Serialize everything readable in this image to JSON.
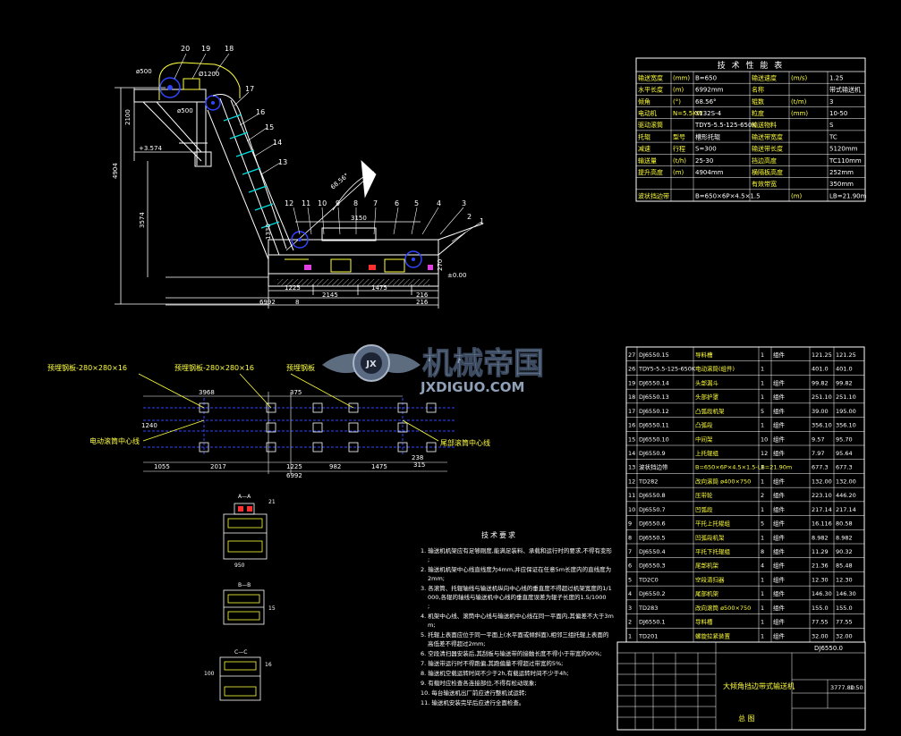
{
  "main_view": {
    "balloons": [
      "20",
      "19",
      "18",
      "17",
      "16",
      "15",
      "14",
      "13",
      "12",
      "11",
      "10",
      "9",
      "8",
      "7",
      "6",
      "5",
      "4",
      "3",
      "2",
      "1"
    ],
    "dims": {
      "d500_top": "ø500",
      "d1200": "Ø1200",
      "d500_side": "ø500",
      "h2100": "2100",
      "h4904": "4904",
      "h3574": "3574",
      "elev_3574": "+3.574",
      "elev_000": "±0.00",
      "h270": "270",
      "h1330": "1330",
      "w3150": "3150",
      "w1225": "1225",
      "w1475": "1475",
      "w2145": "2145",
      "w6992": "6992",
      "w8_bottom": "8",
      "angle": "68.56°",
      "w216": "216",
      "w216b": "216"
    }
  },
  "plan_view": {
    "labels": {
      "plate_left": "预埋钢板-280×280×16",
      "plate_mid": "预埋钢板-280×280×16",
      "plate_right": "预埋钢板",
      "motor_center": "电动滚筒中心线",
      "tail_center": "尾部滚筒中心线"
    },
    "dims": {
      "d3968": "3968",
      "d375": "375",
      "d1240": "1240",
      "d1055": "1055",
      "d2017": "2017",
      "d1225": "1225",
      "d982": "982",
      "d1475": "1475",
      "d238": "238",
      "d6992": "6992",
      "d315": "315"
    }
  },
  "sections": {
    "aa_label": "A—A",
    "bb_label": "B—B",
    "cc_label": "C—C",
    "aa_balloon": "21",
    "bb_balloon": "15",
    "cc_balloon": "16",
    "aa_width": "950",
    "bb_dim": "100"
  },
  "watermark": {
    "cn": "机械帝国",
    "en": "JXDIGUO.COM",
    "badge": "JX"
  },
  "tech_table": {
    "title": "技 术 性 能 表",
    "rows": [
      [
        "输送宽度",
        "(mm)",
        "B=650",
        "输送速度",
        "(m/s)",
        "1.25"
      ],
      [
        "水平长度",
        "(m)",
        "6992mm",
        "名称",
        "",
        "带式输送机"
      ],
      [
        "倾角",
        "(°)",
        "68.56°",
        "辊数",
        "(t/m)",
        "3"
      ],
      [
        "电动机",
        "N=5.5KW",
        "Y132S-4",
        "粒度",
        "(mm)",
        "10-50"
      ],
      [
        "驱动滚筒",
        "",
        "TDY5-5.5-125-650K",
        "输送物料",
        "",
        "S"
      ],
      [
        "托辊",
        "型号",
        "槽形托辊",
        "输送带宽度",
        "",
        "TC"
      ],
      [
        "减速",
        "行程",
        "S=300",
        "输送带长度",
        "",
        "5120mm"
      ],
      [
        "输送量",
        "(t/h)",
        "25-30",
        "挡边高度",
        "",
        "TC110mm"
      ],
      [
        "提升高度",
        "(m)",
        "4904mm",
        "横隔板高度",
        "",
        "252mm"
      ],
      [
        "",
        "",
        "",
        "有效带宽",
        "",
        "350mm"
      ],
      [
        "波状挡边带",
        "",
        "B=650×6P×4.5×1.5",
        "",
        "(m)",
        "LB=21.90m"
      ]
    ]
  },
  "bom": {
    "rows": [
      [
        "27",
        "DJ6550.15",
        "导料槽",
        "1",
        "组件",
        "121.25",
        "121.25"
      ],
      [
        "26",
        "TDY5-5.5-125-650K",
        "电动滚筒(组件)",
        "1",
        "",
        "401.0",
        "401.0"
      ],
      [
        "19",
        "DJ6550.14",
        "头部漏斗",
        "1",
        "组件",
        "99.82",
        "99.82"
      ],
      [
        "18",
        "DJ6550.13",
        "头部护罩",
        "1",
        "组件",
        "251.10",
        "251.10"
      ],
      [
        "17",
        "DJ6550.12",
        "凸弧段机架",
        "5",
        "组件",
        "39.00",
        "195.00"
      ],
      [
        "16",
        "DJ6550.11",
        "凸弧段",
        "1",
        "组件",
        "356.10",
        "356.10"
      ],
      [
        "15",
        "DJ6550.10",
        "中间架",
        "10",
        "组件",
        "9.57",
        "95.70"
      ],
      [
        "14",
        "DJ6550.9",
        "上托辊组",
        "12",
        "组件",
        "7.97",
        "95.64"
      ],
      [
        "13",
        "波状挡边带",
        "B=650×6P×4.5×1.5-LB=21.90m",
        "1",
        "",
        "677.3",
        "677.3"
      ],
      [
        "12",
        "TD282",
        "改向滚筒 ø400×750",
        "1",
        "组件",
        "132.00",
        "132.00"
      ],
      [
        "11",
        "DJ6550.8",
        "压带轮",
        "2",
        "组件",
        "223.10",
        "446.20"
      ],
      [
        "10",
        "DJ6550.7",
        "凹弧段",
        "1",
        "组件",
        "217.14",
        "217.14"
      ],
      [
        "9",
        "DJ6550.6",
        "平托上托辊组",
        "5",
        "组件",
        "16.116",
        "80.58"
      ],
      [
        "8",
        "DJ6550.5",
        "凹弧段机架",
        "1",
        "组件",
        "8.982",
        "8.982"
      ],
      [
        "7",
        "DJ6550.4",
        "平托下托辊组",
        "8",
        "组件",
        "11.29",
        "90.32"
      ],
      [
        "6",
        "DJ6550.3",
        "尾部机架",
        "4",
        "组件",
        "21.36",
        "85.48"
      ],
      [
        "5",
        "TD2C0",
        "空段清扫器",
        "1",
        "组件",
        "12.30",
        "12.30"
      ],
      [
        "4",
        "DJ6550.2",
        "尾部机架",
        "1",
        "组件",
        "146.30",
        "146.30"
      ],
      [
        "3",
        "TD283",
        "改向滚筒 ø500×750",
        "1",
        "组件",
        "155.0",
        "155.0"
      ],
      [
        "2",
        "DJ6550.1",
        "导料槽",
        "1",
        "组件",
        "77.55",
        "77.55"
      ],
      [
        "1",
        "TD201",
        "螺旋拉紧装置",
        "1",
        "组件",
        "32.00",
        "32.00"
      ]
    ],
    "title_block": {
      "drawing_no": "DJ6550.0",
      "name": "大倾角挡边带式输送机",
      "sheet": "总  图",
      "weight": "3777.80",
      "scale": "1:50"
    }
  },
  "notes": {
    "title": "技术要求",
    "items": [
      "1. 输送机机架应有足够刚度,能满足装料、承载和运行时的要求,不得有变形;",
      "2. 输送机机架中心线直线度为4mm,并应保证在任意5m长度内的直线度为2mm;",
      "3. 各滚筒、托辊轴线与输送机纵向中心线的垂直度不得超过机架宽度的1/1000,各辊的轴线与输送机中心线的垂直度误差为辊子长度的1.5/1000;",
      "4. 机架中心线、滚筒中心线与输送机中心线在同一平面内,其偏差不大于3mm;",
      "5. 托辊上表面应位于同一平面上(水平面或倾斜面),相邻三组托辊上表面的高低差不得超过2mm;",
      "6. 空段清扫器安装后,其刮板与输送带的接触长度不得小于带宽的90%;",
      "7. 输送带运行时不得跑偏,其跑偏量不得超过带宽的5%;",
      "8. 输送机空载运转时间不少于2h,有载运转时间不少于4h;",
      "9. 有载时应检查各连接部位,不得有松动现象;",
      "10. 每台输送机出厂前应进行整机试运转;",
      "11. 输送机安装完毕后应进行全面检查。"
    ]
  },
  "colors": {
    "outline": "#ffffff",
    "blue": "#2f45ff",
    "cyan": "#00e0e0",
    "yellow": "#ffff3c",
    "green": "#3cff3c",
    "red": "#ff3030",
    "magenta": "#e040e0"
  }
}
